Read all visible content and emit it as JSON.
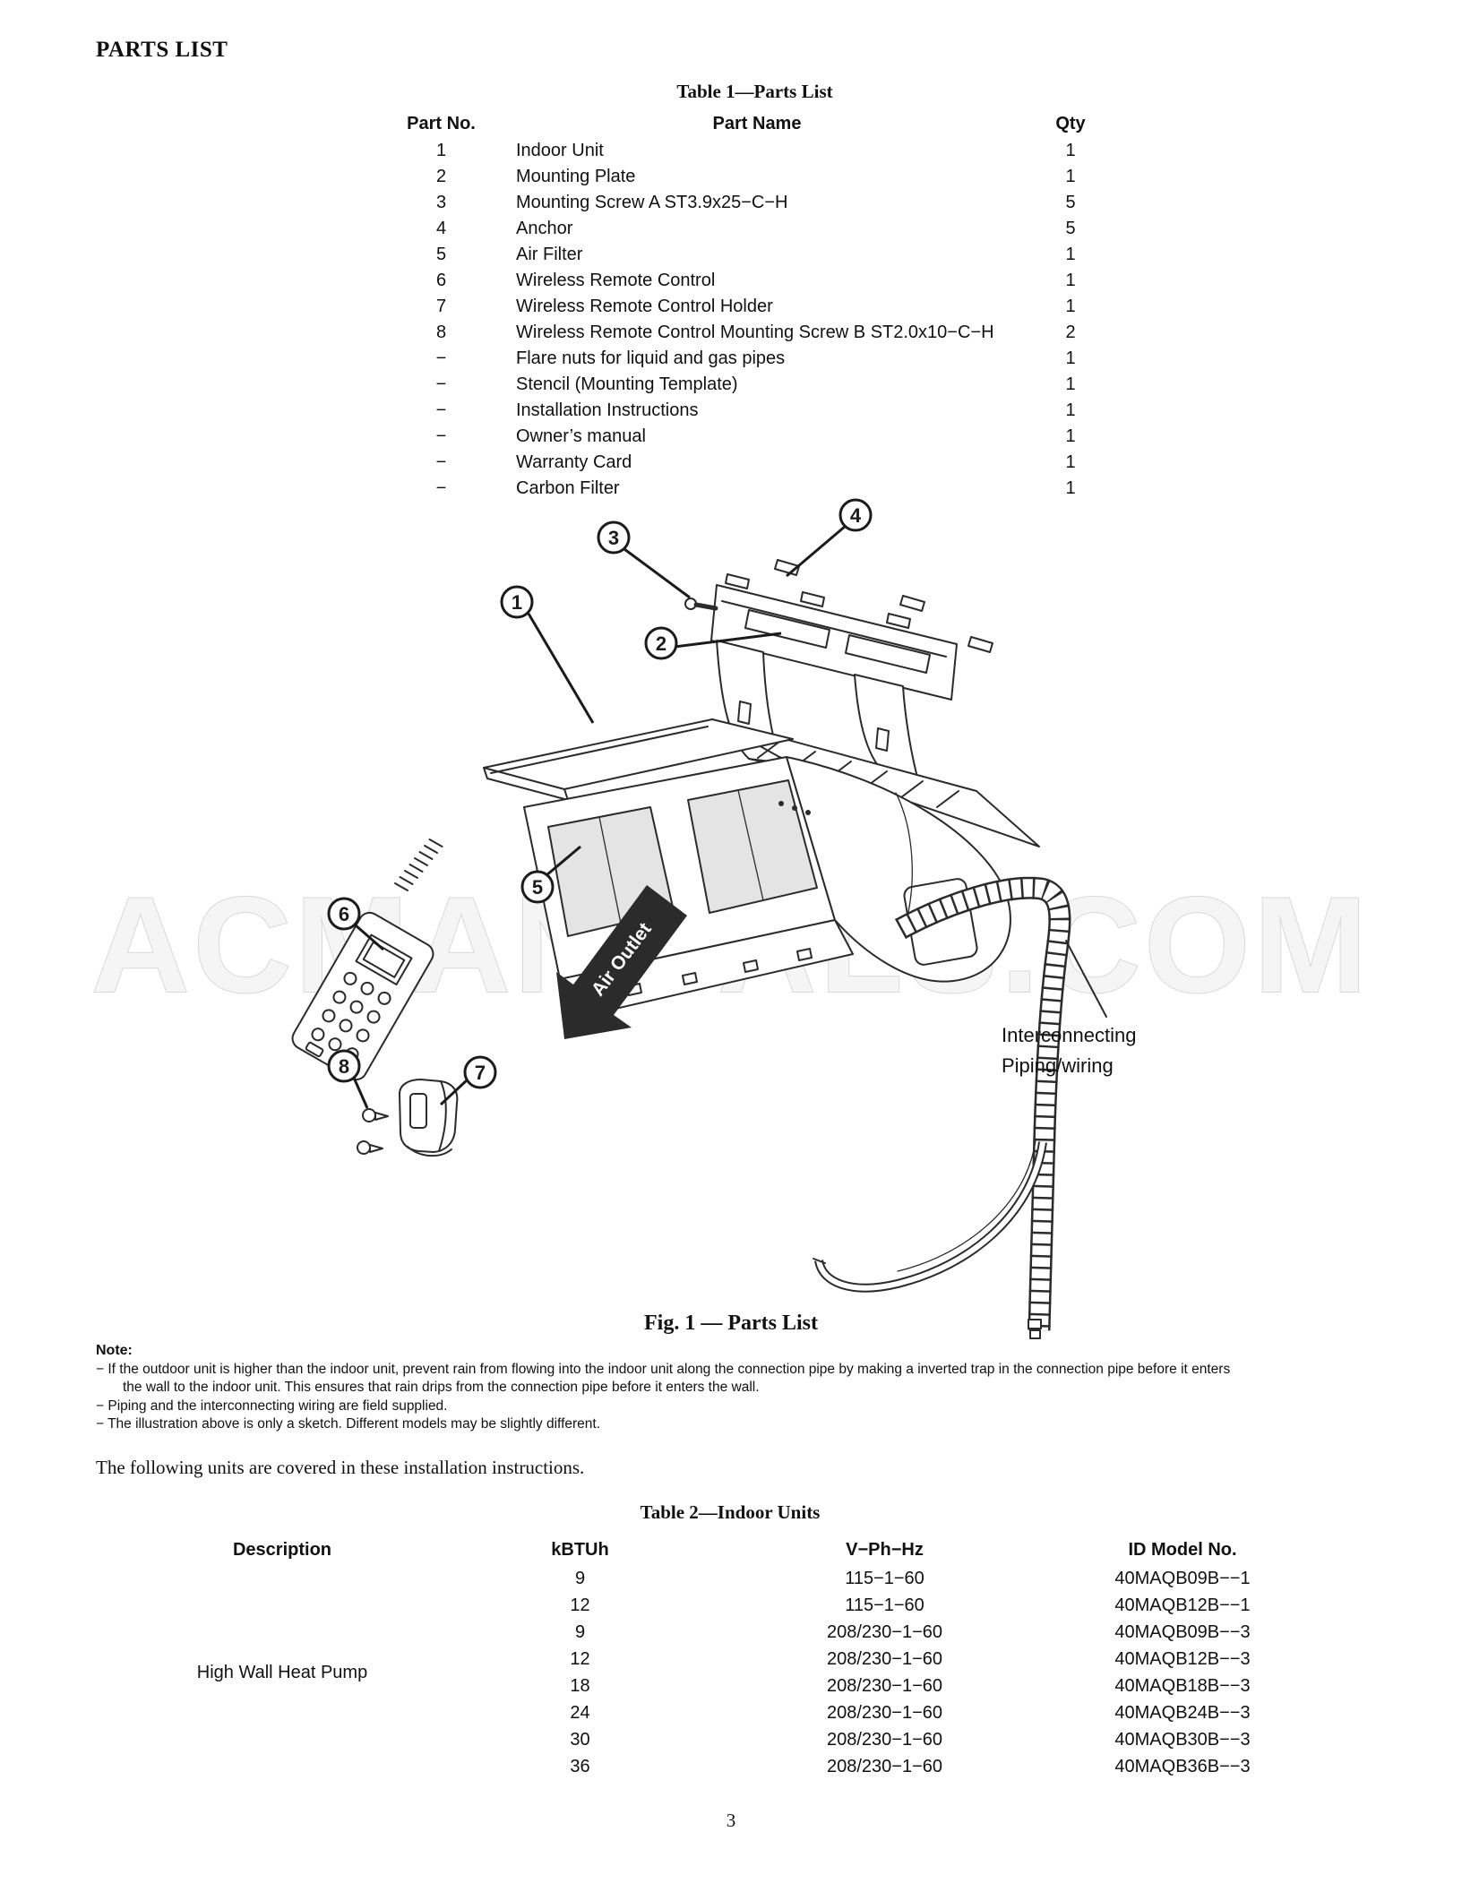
{
  "page": {
    "title": "PARTS LIST",
    "intro": "The following units are covered in these installation instructions.",
    "page_number": "3"
  },
  "table1": {
    "title": "Table 1—Parts List",
    "col_part_no": "Part No.",
    "col_part_name": "Part Name",
    "col_qty": "Qty",
    "rows": [
      {
        "no": "1",
        "name": "Indoor Unit",
        "qty": "1"
      },
      {
        "no": "2",
        "name": "Mounting Plate",
        "qty": "1"
      },
      {
        "no": "3",
        "name": "Mounting Screw A ST3.9x25−C−H",
        "qty": "5"
      },
      {
        "no": "4",
        "name": "Anchor",
        "qty": "5"
      },
      {
        "no": "5",
        "name": "Air Filter",
        "qty": "1"
      },
      {
        "no": "6",
        "name": "Wireless Remote Control",
        "qty": "1"
      },
      {
        "no": "7",
        "name": "Wireless Remote Control Holder",
        "qty": "1"
      },
      {
        "no": "8",
        "name": "Wireless Remote Control Mounting Screw B ST2.0x10−C−H",
        "qty": "2"
      },
      {
        "no": "−",
        "name": "Flare nuts for liquid and gas pipes",
        "qty": "1"
      },
      {
        "no": "−",
        "name": "Stencil (Mounting Template)",
        "qty": "1"
      },
      {
        "no": "−",
        "name": "Installation Instructions",
        "qty": "1"
      },
      {
        "no": "−",
        "name": "Owner’s manual",
        "qty": "1"
      },
      {
        "no": "−",
        "name": "Warranty Card",
        "qty": "1"
      },
      {
        "no": "−",
        "name": "Carbon Filter",
        "qty": "1"
      }
    ]
  },
  "figure": {
    "caption": "Fig. 1 — Parts List",
    "watermark": "ACMANUALS.COM",
    "air_outlet": "Air Outlet",
    "piping_line1": "Interconnecting",
    "piping_line2": "Piping/wiring",
    "callouts": [
      "1",
      "2",
      "3",
      "4",
      "5",
      "6",
      "7",
      "8"
    ]
  },
  "notes": {
    "label": "Note:",
    "line1": "− If the outdoor unit is higher than the indoor unit, prevent rain from flowing into the indoor unit along the connection pipe by making a inverted trap in the connection pipe before it enters",
    "line2": "the wall to the indoor unit.  This ensures that rain drips from the connection pipe before it enters the wall.",
    "line3": "−  Piping and the interconnecting wiring are field supplied.",
    "line4": "− The illustration above is only a sketch. Different models may be slightly different."
  },
  "table2": {
    "title": "Table 2—Indoor Units",
    "col_description": "Description",
    "col_kbtuh": "kBTUh",
    "col_vphhz": "V−Ph−Hz",
    "col_model": "ID Model No.",
    "description": "High Wall Heat Pump",
    "rows": [
      {
        "kbtuh": "9",
        "v": "115−1−60",
        "model": "40MAQB09B−−1"
      },
      {
        "kbtuh": "12",
        "v": "115−1−60",
        "model": "40MAQB12B−−1"
      },
      {
        "kbtuh": "9",
        "v": "208/230−1−60",
        "model": "40MAQB09B−−3"
      },
      {
        "kbtuh": "12",
        "v": "208/230−1−60",
        "model": "40MAQB12B−−3"
      },
      {
        "kbtuh": "18",
        "v": "208/230−1−60",
        "model": "40MAQB18B−−3"
      },
      {
        "kbtuh": "24",
        "v": "208/230−1−60",
        "model": "40MAQB24B−−3"
      },
      {
        "kbtuh": "30",
        "v": "208/230−1−60",
        "model": "40MAQB30B−−3"
      },
      {
        "kbtuh": "36",
        "v": "208/230−1−60",
        "model": "40MAQB36B−−3"
      }
    ]
  }
}
